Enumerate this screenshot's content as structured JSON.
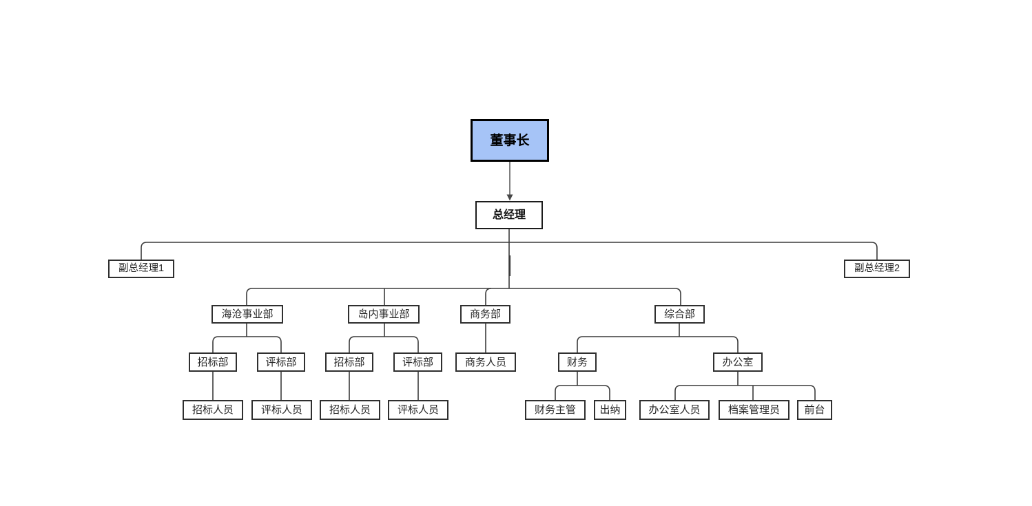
{
  "diagram": {
    "type": "org-chart",
    "colors": {
      "root_fill": "#a6c4f7",
      "box_border": "#1c1c1c",
      "connector_line": "#3a3a3a",
      "arrow_line": "#5f5f5f",
      "background": "#ffffff"
    },
    "nodes": [
      {
        "id": "chairman",
        "label": "董事长",
        "parent": null
      },
      {
        "id": "general-manager",
        "label": "总经理",
        "parent": "chairman"
      },
      {
        "id": "deputy-gm-1",
        "label": "副总经理1",
        "parent": "general-manager"
      },
      {
        "id": "deputy-gm-2",
        "label": "副总经理2",
        "parent": "general-manager"
      },
      {
        "id": "haicang-division",
        "label": "海沧事业部",
        "parent": "general-manager"
      },
      {
        "id": "daonei-division",
        "label": "岛内事业部",
        "parent": "general-manager"
      },
      {
        "id": "business-dept",
        "label": "商务部",
        "parent": "general-manager"
      },
      {
        "id": "general-affairs-dept",
        "label": "综合部",
        "parent": "general-manager"
      },
      {
        "id": "bidding-dept-haicang",
        "label": "招标部",
        "parent": "haicang-division"
      },
      {
        "id": "evaluation-dept-haicang",
        "label": "评标部",
        "parent": "haicang-division"
      },
      {
        "id": "bidding-dept-daonei",
        "label": "招标部",
        "parent": "daonei-division"
      },
      {
        "id": "evaluation-dept-daonei",
        "label": "评标部",
        "parent": "daonei-division"
      },
      {
        "id": "business-staff",
        "label": "商务人员",
        "parent": "business-dept"
      },
      {
        "id": "finance",
        "label": "财务",
        "parent": "general-affairs-dept"
      },
      {
        "id": "office",
        "label": "办公室",
        "parent": "general-affairs-dept"
      },
      {
        "id": "bidding-staff-haicang",
        "label": "招标人员",
        "parent": "bidding-dept-haicang"
      },
      {
        "id": "evaluation-staff-haicang",
        "label": "评标人员",
        "parent": "evaluation-dept-haicang"
      },
      {
        "id": "bidding-staff-daonei",
        "label": "招标人员",
        "parent": "bidding-dept-daonei"
      },
      {
        "id": "evaluation-staff-daonei",
        "label": "评标人员",
        "parent": "evaluation-dept-daonei"
      },
      {
        "id": "finance-manager",
        "label": "财务主管",
        "parent": "finance"
      },
      {
        "id": "cashier",
        "label": "出纳",
        "parent": "finance"
      },
      {
        "id": "office-staff",
        "label": "办公室人员",
        "parent": "office"
      },
      {
        "id": "archives-manager",
        "label": "档案管理员",
        "parent": "office"
      },
      {
        "id": "front-desk",
        "label": "前台",
        "parent": "office"
      }
    ]
  }
}
